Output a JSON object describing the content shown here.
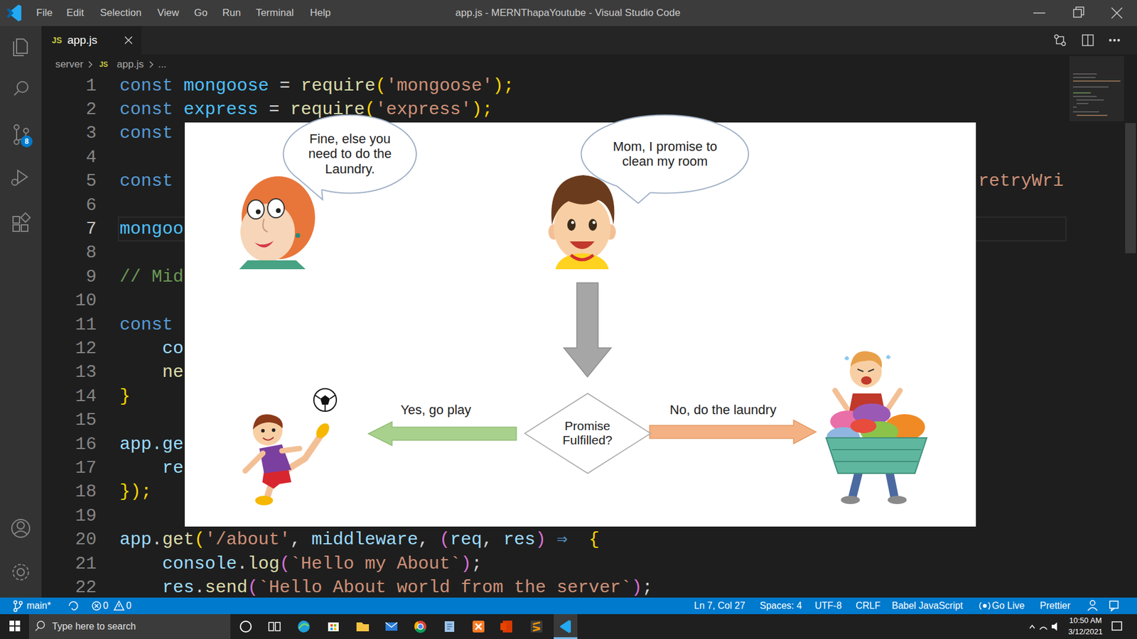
{
  "diagram": {
    "nodes": [
      {
        "text": [
          "Fine, else you need to do the Laundry."
        ]
      },
      {
        "text": [
          "Mom, I promise to clean my room"
        ]
      },
      {
        "text": [
          "Promise Fulfilled?"
        ]
      }
    ],
    "labels": [
      "File",
      "Edit",
      "Selection",
      "View",
      "Go",
      "Run",
      "Terminal",
      "Help",
      "app.js - MERNThapaYoutube - Visual Studio Code",
      "JS",
      "app.js",
      "server",
      "JS",
      "app.js",
      "...",
      "8",
      "1",
      "2",
      "3",
      "4",
      "5",
      "6",
      "7",
      "8",
      "9",
      "10",
      "11",
      "12",
      "13",
      "14",
      "15",
      "16",
      "17",
      "18",
      "19",
      "20",
      "21",
      "22",
      "const",
      "mongoose",
      "=",
      "require",
      "(",
      "'mongoose'",
      ");",
      "const",
      "express",
      "=",
      "require",
      "(",
      "'express'",
      ");",
      "const",
      "const",
      "retryWri",
      "mongoo",
      "// Mid",
      "const",
      "co",
      "ne",
      "}",
      "app.ge",
      "re",
      "});",
      "app",
      ".",
      "get",
      "(",
      "'/about'",
      ",",
      "middleware",
      ",",
      "(",
      "req",
      ",",
      "res",
      ")",
      "⇒",
      "{",
      "console",
      ".",
      "log",
      "(",
      "`Hello my About`",
      ")",
      ";",
      "res",
      ".",
      "send",
      "(",
      "`Hello About world from the server`",
      ")",
      ";",
      "Yes, go play",
      "No, do the laundry",
      "main*",
      "0",
      "0",
      "Ln 7, Col 27",
      "Spaces: 4",
      "UTF-8",
      "CRLF",
      "Babel JavaScript",
      "Go Live",
      "Prettier",
      "Type here to search",
      "10:50 AM",
      "3/12/2021"
    ]
  }
}
